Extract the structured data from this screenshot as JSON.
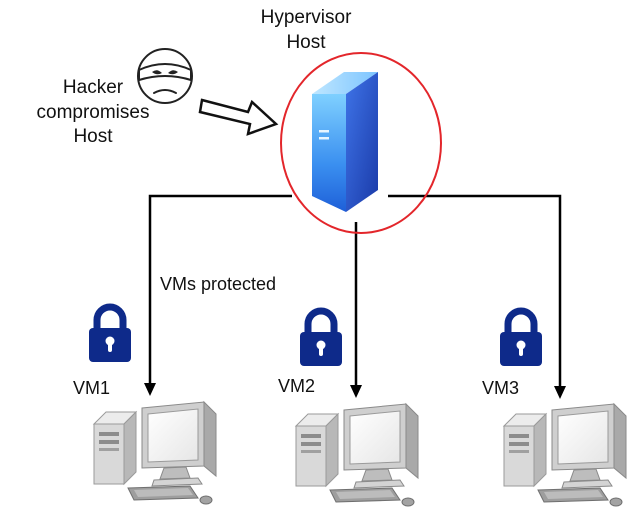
{
  "host_label": {
    "line1": "Hypervisor",
    "line2": "Host"
  },
  "hacker_label": {
    "line1": "Hacker",
    "line2": "compromises",
    "line3": "Host"
  },
  "protection_label": "VMs protected",
  "vms": [
    {
      "label": "VM1",
      "icon": "lock-icon"
    },
    {
      "label": "VM2",
      "icon": "lock-icon"
    },
    {
      "label": "VM3",
      "icon": "lock-icon"
    }
  ],
  "icons": {
    "hacker": "hacker-mask-icon",
    "server": "server-icon",
    "computer": "desktop-computer-icon",
    "arrow": "outline-arrow-icon"
  },
  "colors": {
    "highlight_circle": "#e3262b",
    "lock": "#0e2a8a",
    "server_light": "#66c3ff",
    "server_dark": "#1f49c7",
    "connector": "#000000"
  }
}
